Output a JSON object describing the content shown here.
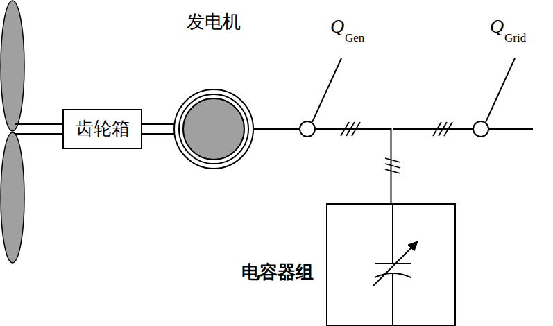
{
  "diagram": {
    "nodes": [
      {
        "text": [
          "齿轮箱"
        ]
      },
      {
        "text": [
          "发电机"
        ]
      },
      {
        "text": [
          "电容器组"
        ]
      }
    ],
    "edges": [
      {
        "from": 0,
        "to": 1,
        "arrow": "none"
      },
      {
        "from": 1,
        "to": 2,
        "arrow": "none"
      }
    ],
    "labels": [
      "Q",
      "Gen",
      "Q",
      "Grid"
    ]
  }
}
